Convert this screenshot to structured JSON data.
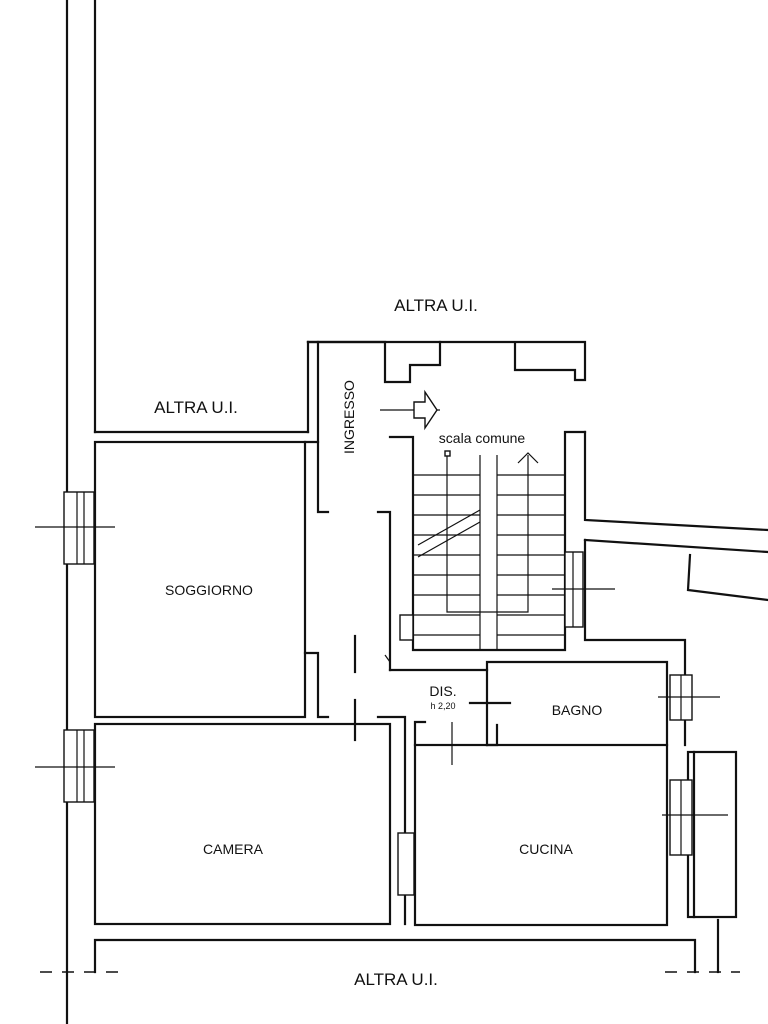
{
  "plan": {
    "line_color": "#111111",
    "background": "#ffffff",
    "labels": {
      "altra_top": "ALTRA U.I.",
      "altra_left": "ALTRA U.I.",
      "altra_bottom": "ALTRA U.I.",
      "ingresso": "INGRESSO",
      "scala": "scala comune",
      "soggiorno": "SOGGIORNO",
      "dis": "DIS.",
      "dis_height": "h 2,20",
      "bagno": "BAGNO",
      "camera": "CAMERA",
      "cucina": "CUCINA"
    }
  }
}
